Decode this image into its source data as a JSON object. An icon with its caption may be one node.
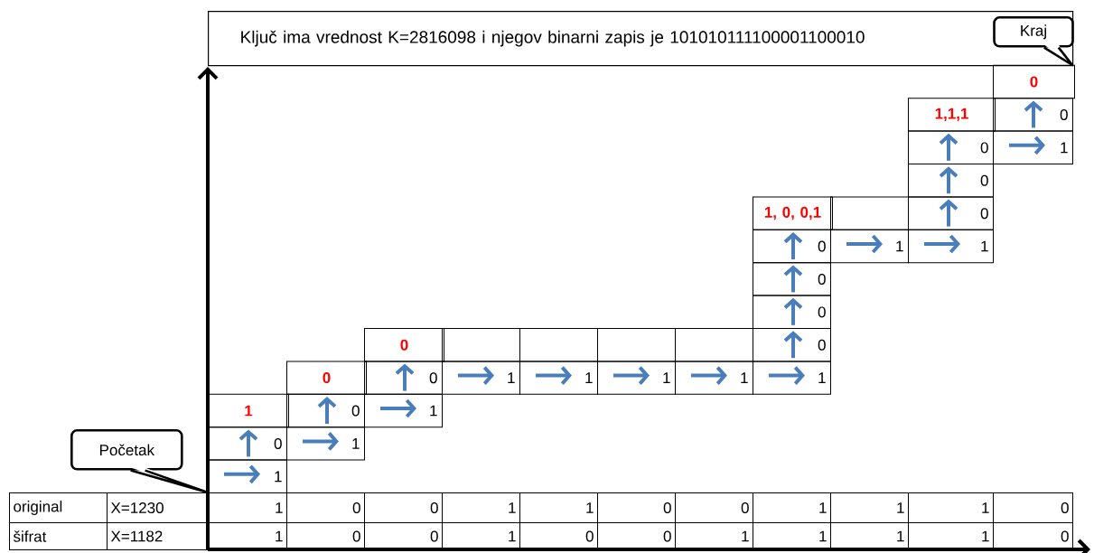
{
  "diagram": {
    "nodes": [
      {
        "text": [
          "Ključ ima vrednost  K=2816098  i njegov binarni zapis je 101010111100001100010"
        ]
      },
      {
        "text": [
          "Kraj"
        ],
        "in": 0
      },
      {
        "text": [
          "1"
        ]
      },
      {
        "text": [
          "0"
        ]
      },
      {
        "text": [
          "1"
        ]
      },
      {
        "text": [
          "1"
        ]
      },
      {
        "text": [
          "0"
        ]
      },
      {
        "text": [
          "0"
        ]
      },
      {
        "text": [
          "1"
        ]
      },
      {
        "text": [
          "0"
        ]
      },
      {
        "text": [
          "0"
        ]
      },
      {
        "text": [
          "1"
        ]
      },
      {
        "text": [],
        "shape": "box"
      },
      {
        "text": [
          "1"
        ]
      },
      {
        "text": [],
        "shape": "box"
      },
      {
        "text": [
          "1"
        ]
      },
      {
        "text": [],
        "shape": "box"
      },
      {
        "text": [
          "1"
        ]
      },
      {
        "text": [],
        "shape": "box"
      },
      {
        "text": [
          "1"
        ]
      },
      {
        "text": [
          "0"
        ]
      },
      {
        "text": [
          "0"
        ]
      },
      {
        "text": [
          "0"
        ]
      },
      {
        "text": [
          "0"
        ]
      },
      {
        "text": [
          "1, 0, 0,1"
        ]
      },
      {
        "text": [
          "1"
        ]
      },
      {
        "text": [],
        "shape": "box"
      },
      {
        "text": [
          "1"
        ]
      },
      {
        "text": [
          "0"
        ]
      },
      {
        "text": [
          "0"
        ]
      },
      {
        "text": [
          "0"
        ]
      },
      {
        "text": [
          "1,1,1"
        ]
      },
      {
        "text": [
          "1"
        ]
      },
      {
        "text": [
          "0"
        ]
      },
      {
        "text": [
          "0"
        ]
      },
      {
        "text": [
          "Početak"
        ]
      }
    ],
    "labels": [
      "original",
      "X=1230",
      "1",
      "0",
      "0",
      "1",
      "1",
      "0",
      "0",
      "1",
      "1",
      "1",
      "0",
      "šifrat",
      "X=1182",
      "1",
      "0",
      "0",
      "1",
      "0",
      "0",
      "1",
      "1",
      "1",
      "1",
      "0"
    ]
  }
}
